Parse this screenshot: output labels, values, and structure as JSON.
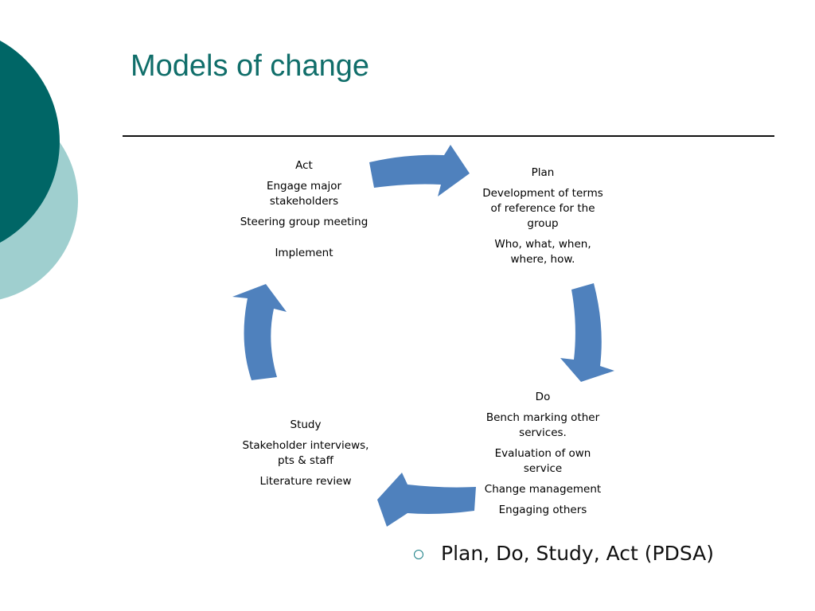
{
  "slide": {
    "title": "Models of change"
  },
  "theme": {
    "accent_dark": "#006666",
    "accent_light": "#9fcfcf",
    "title_color": "#106e6a",
    "arrow_color": "#4f81bd",
    "bullet_color": "#1a7f86"
  },
  "cycle": {
    "act": {
      "heading": "Act",
      "items": [
        "Engage major stakeholders",
        "Steering group meeting"
      ],
      "footer": "Implement"
    },
    "plan": {
      "heading": "Plan",
      "items": [
        "Development of terms of reference for the group",
        "Who, what, when, where, how."
      ]
    },
    "do": {
      "heading": "Do",
      "items": [
        "Bench marking other services.",
        "Evaluation of own service",
        "Change management",
        "Engaging others"
      ]
    },
    "study": {
      "heading": "Study",
      "items": [
        "Stakeholder interviews, pts & staff",
        "Literature review"
      ]
    },
    "arrows": [
      "arrow-act-to-plan",
      "arrow-plan-to-do",
      "arrow-do-to-study",
      "arrow-study-to-act"
    ]
  },
  "bullets": [
    {
      "text": "Plan, Do, Study, Act (PDSA)",
      "marker": "hollow-circle-icon"
    }
  ]
}
